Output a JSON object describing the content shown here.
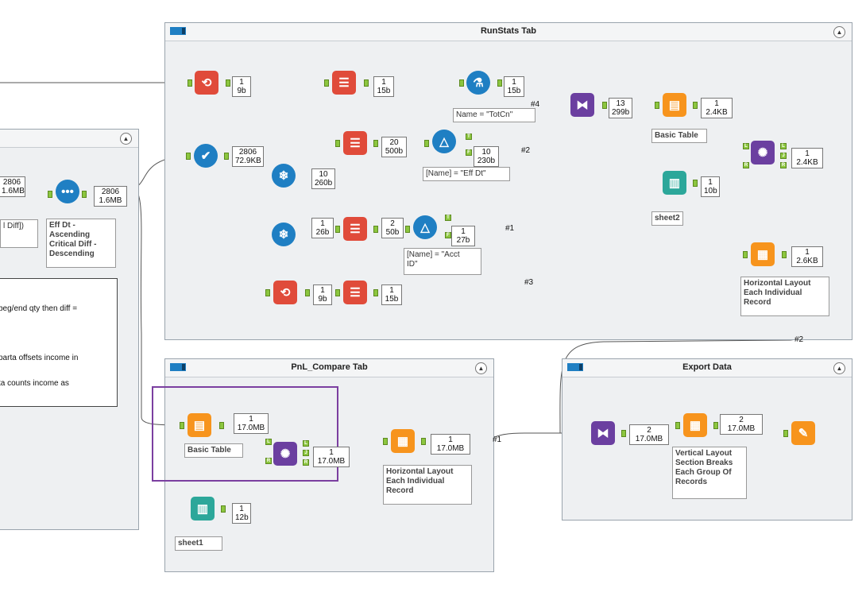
{
  "containers": {
    "runstats": {
      "title": "RunStats Tab"
    },
    "pnl": {
      "title": "PnL_Compare Tab"
    },
    "export": {
      "title": "Export Data"
    },
    "left": {
      "title": ""
    }
  },
  "counts": {
    "c_left": [
      "2806",
      "1.6MB"
    ],
    "c_sort": [
      "2806",
      "1.6MB"
    ],
    "c_rs_in": [
      "1",
      "9b"
    ],
    "c_sel1": [
      "1",
      "15b"
    ],
    "c_form1": [
      "1",
      "15b"
    ],
    "c_filter_top": [
      "2806",
      "72.9KB"
    ],
    "c_sel20": [
      "20",
      "500b"
    ],
    "c_ftrue": [
      "10",
      "230b"
    ],
    "c_x1": [
      "10",
      "260b"
    ],
    "c_x2": [
      "1",
      "26b"
    ],
    "c_sel2": [
      "2",
      "50b"
    ],
    "c_ftrue2": [
      "1",
      "27b"
    ],
    "c_rs2": [
      "1",
      "9b"
    ],
    "c_sel3": [
      "1",
      "15b"
    ],
    "c_union": [
      "13",
      "299b"
    ],
    "c_table": [
      "1",
      "2.4KB"
    ],
    "c_join": [
      "1",
      "2.4KB"
    ],
    "c_text2": [
      "1",
      "10b"
    ],
    "c_layout": [
      "1",
      "2.6KB"
    ],
    "c_pnl_table": [
      "1",
      "17.0MB"
    ],
    "c_pnl_join": [
      "1",
      "17.0MB"
    ],
    "c_pnl_layout": [
      "1",
      "17.0MB"
    ],
    "c_text1": [
      "1",
      "12b"
    ],
    "c_ex_union": [
      "2",
      "17.0MB"
    ],
    "c_ex_layout": [
      "2",
      "17.0MB"
    ]
  },
  "annotations": {
    "left_cut": "l Diff])",
    "sort": "Eff Dt -\nAscending\nCritical Diff -\nDescending",
    "form_name": "Name = \"TotCn\"",
    "filter_eff": "[Name] = \"Eff Dt\"",
    "filter_acct": "[Name] = \"Acct\nID\"",
    "basic_table": "Basic Table",
    "sheet2": "sheet2",
    "layout_h": "Horizontal Layout\nEach Individual\nRecord",
    "pnl_basic_table": "Basic Table",
    "sheet1": "sheet1",
    "pnl_layout_h": "Horizontal Layout\nEach Individual\nRecord",
    "ex_layout_v": "Vertical Layout\nSection Breaks\nEach Group Of\nRecords"
  },
  "wire_labels": {
    "w4": "#4",
    "w2": "#2",
    "w1": "#1",
    "w3": "#3",
    "w2b": "#2",
    "w1b": "#1"
  },
  "comment_lines": [
    "beg/end qty then diff =",
    "parta offsets income in",
    "ta counts income as"
  ],
  "icons": [
    "record-id-icon",
    "select-icon",
    "formula-icon",
    "dna-union-icon",
    "table-icon",
    "join-icon",
    "text-input-icon",
    "layout-icon",
    "check-icon",
    "cross-tab-icon",
    "filter-icon",
    "render-icon",
    "sort-icon"
  ],
  "colors": {
    "accent_purple": "#7b3fa0",
    "connector_green": "#8cc63f",
    "wire": "#555555"
  }
}
